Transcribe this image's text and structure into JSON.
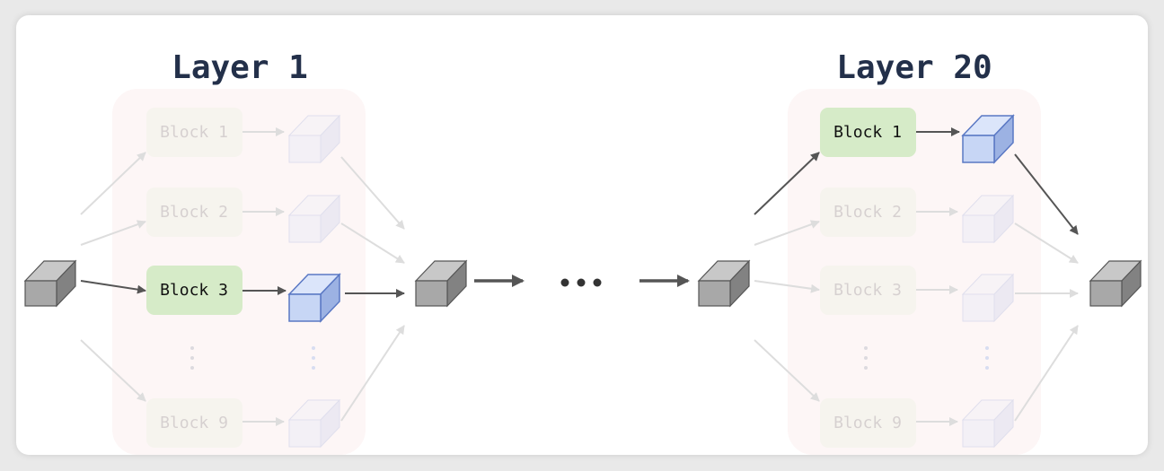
{
  "layers": [
    {
      "title": "Layer 1",
      "blocks": [
        "Block 1",
        "Block 2",
        "Block 3",
        "Block 9"
      ],
      "active_block": "Block 3"
    },
    {
      "title": "Layer 20",
      "blocks": [
        "Block 1",
        "Block 2",
        "Block 3",
        "Block 9"
      ],
      "active_block": "Block 1"
    }
  ],
  "colors": {
    "block_fill": "#d6ebc8",
    "block_text": "#111111",
    "token_front": "#a8a8a8",
    "token_top": "#c8c8c8",
    "token_side": "#828282",
    "expert_front": "#c7d6f5",
    "expert_top": "#dbe5fa",
    "expert_side": "#9cb2e3",
    "expert_stroke": "#5a78c4",
    "arrow": "#555555",
    "panel": "#fdf6f6",
    "title": "#23304a"
  }
}
